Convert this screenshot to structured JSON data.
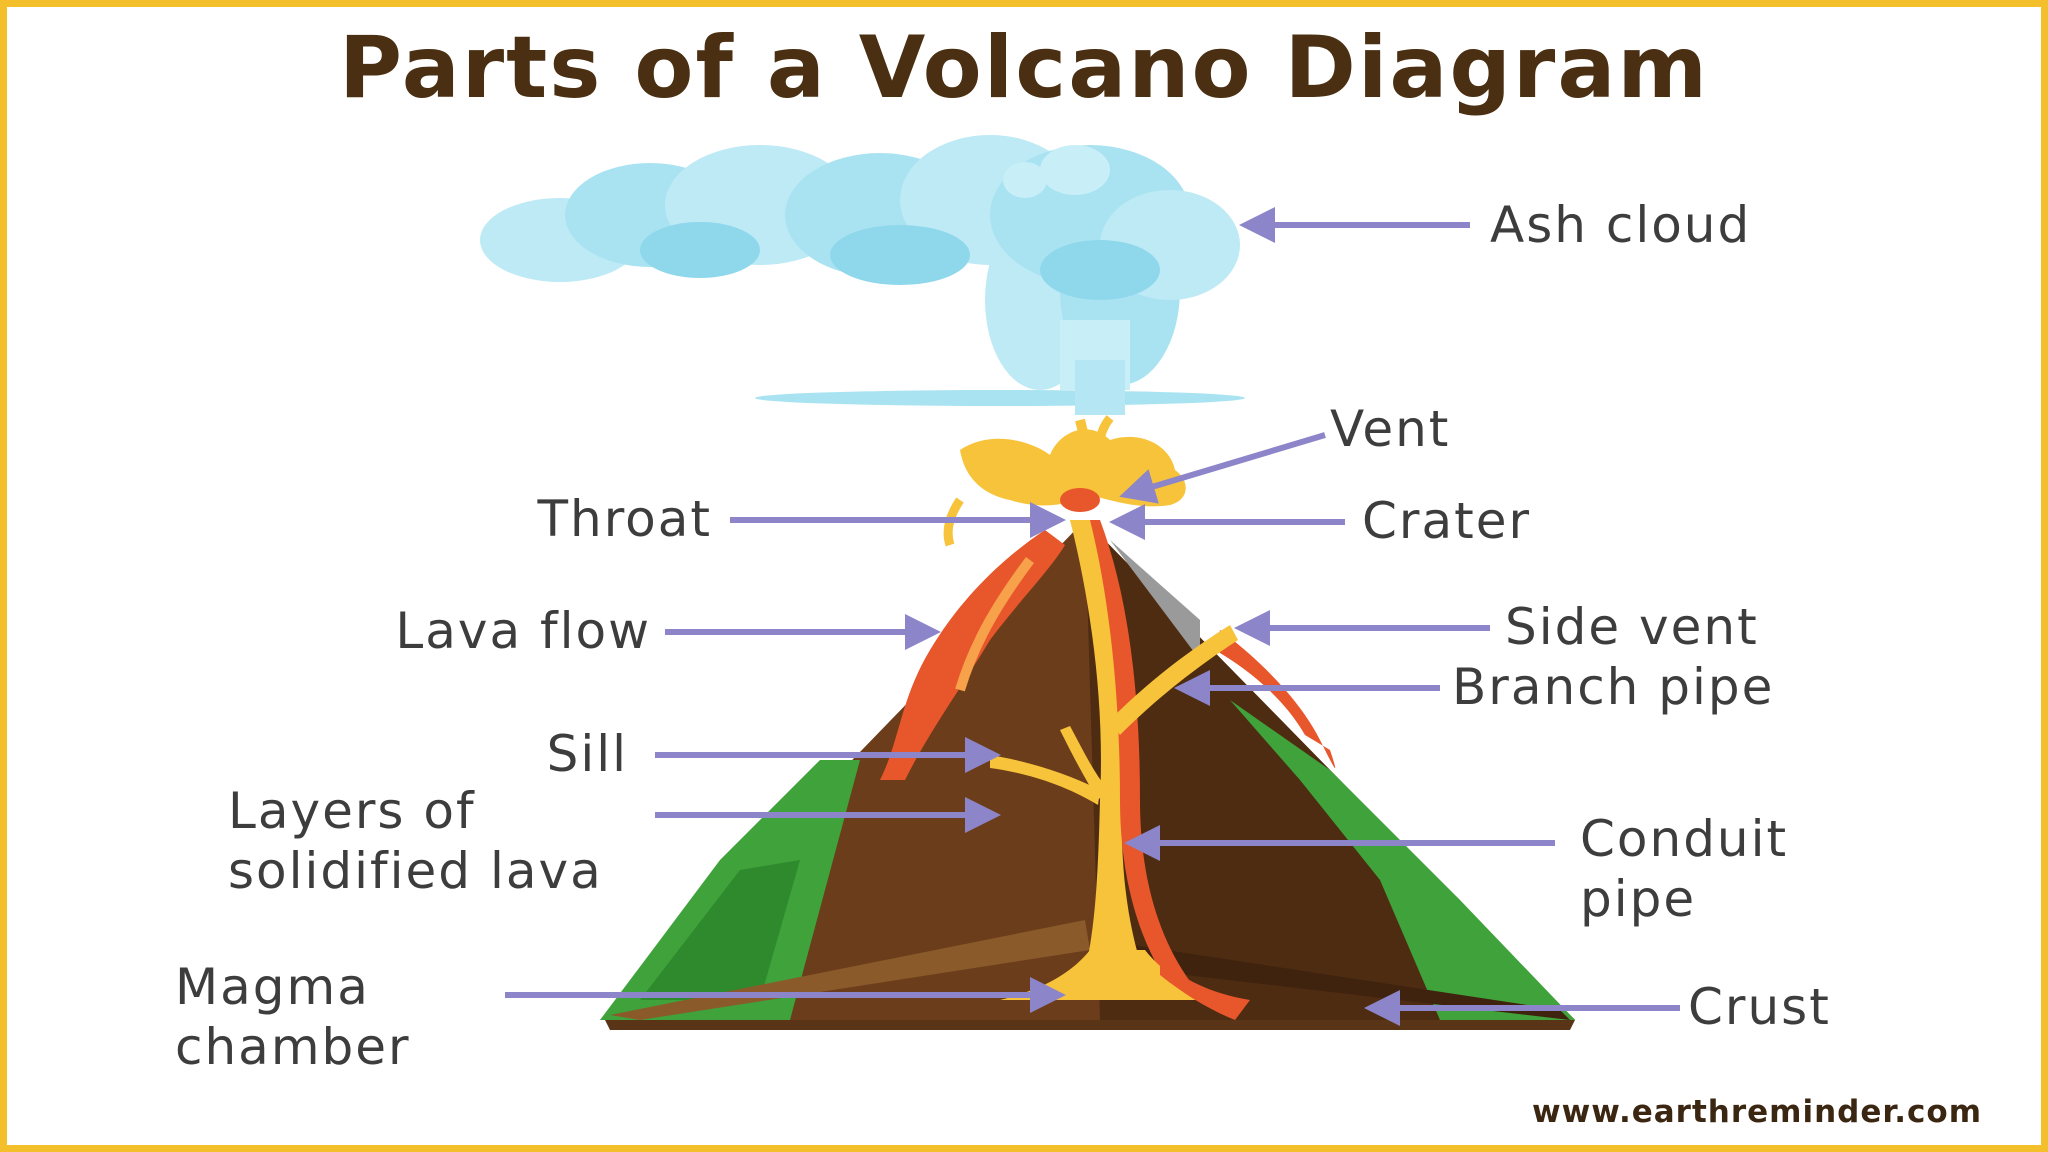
{
  "title": "Parts of a Volcano Diagram",
  "watermark": "www.earthreminder.com",
  "labels": {
    "ash_cloud": "Ash cloud",
    "vent": "Vent",
    "throat": "Throat",
    "crater": "Crater",
    "lava_flow": "Lava flow",
    "side_vent": "Side vent",
    "branch_pipe": "Branch pipe",
    "sill": "Sill",
    "layers_line1": "Layers of",
    "layers_line2": "solidified lava",
    "conduit_line1": "Conduit",
    "conduit_line2": "pipe",
    "magma_line1": "Magma",
    "magma_line2": "chamber",
    "crust": "Crust"
  },
  "colors": {
    "frame": "#f3c02c",
    "title": "#4a2f12",
    "arrow": "#8c85c9",
    "cloud": "#a9e3f2",
    "lava": "#f7c33a",
    "lava_red": "#e8562b",
    "rock_dark": "#5a3417",
    "rock_mid": "#7a4a22",
    "grass": "#3fa23a"
  }
}
